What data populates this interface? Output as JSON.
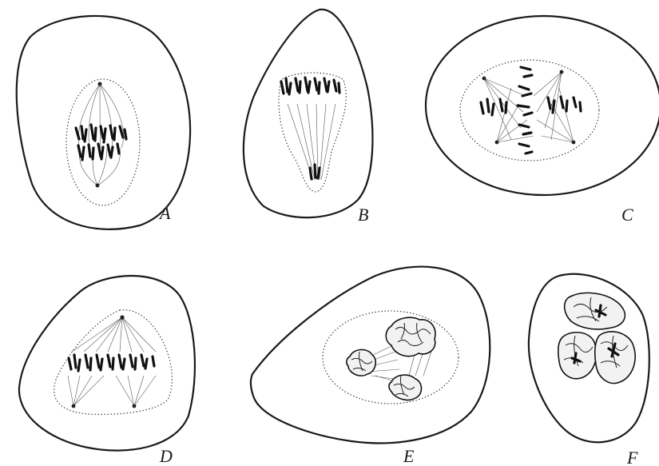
{
  "figure": {
    "panels": [
      {
        "id": "A",
        "label": "A"
      },
      {
        "id": "B",
        "label": "B"
      },
      {
        "id": "C",
        "label": "C"
      },
      {
        "id": "D",
        "label": "D"
      },
      {
        "id": "E",
        "label": "E"
      },
      {
        "id": "F",
        "label": "F"
      }
    ]
  },
  "colors": {
    "ink": "#1a1a1a",
    "background": "#ffffff"
  }
}
